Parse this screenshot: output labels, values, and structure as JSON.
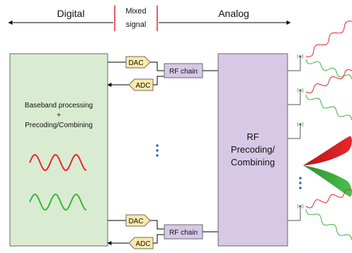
{
  "domains": {
    "digital": "Digital",
    "mixed_line1": "Mixed",
    "mixed_line2": "signal",
    "analog": "Analog"
  },
  "baseband": {
    "line1": "Baseband processing",
    "line2": "+",
    "line3": "Precoding/Combining"
  },
  "converters": {
    "dac": "DAC",
    "adc": "ADC"
  },
  "rf_chain": "RF chain",
  "rf_block": {
    "line1": "RF",
    "line2": "Precoding/",
    "line3": "Combining"
  },
  "colors": {
    "baseband_fill": "#d9ecd2",
    "rf_block_fill": "#d7c8e6",
    "converter_fill": "#fde9a8",
    "signal_red": "#e8262b",
    "signal_green": "#3cb33e",
    "dots_blue": "#2f62b8"
  }
}
